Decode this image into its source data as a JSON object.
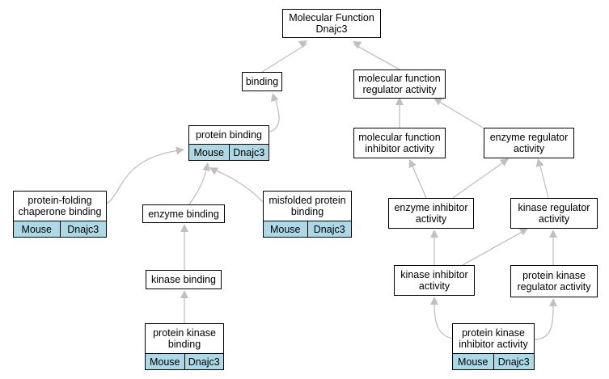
{
  "graph": {
    "edge_color": "#c0c0c0",
    "annotation_color": "#add8e6",
    "nodes": [
      {
        "id": "root",
        "label": "Molecular Function\nDnajc3"
      },
      {
        "id": "binding",
        "label": "binding"
      },
      {
        "id": "mfra",
        "label": "molecular function\nregulator activity"
      },
      {
        "id": "protein_binding",
        "label": "protein binding",
        "organism": "Mouse",
        "gene": "Dnajc3"
      },
      {
        "id": "mfia",
        "label": "molecular function\ninhibitor activity"
      },
      {
        "id": "era",
        "label": "enzyme regulator\nactivity"
      },
      {
        "id": "pfcb",
        "label": "protein-folding\nchaperone binding",
        "organism": "Mouse",
        "gene": "Dnajc3"
      },
      {
        "id": "enzyme_binding",
        "label": "enzyme binding"
      },
      {
        "id": "mpb",
        "label": "misfolded protein\nbinding",
        "organism": "Mouse",
        "gene": "Dnajc3"
      },
      {
        "id": "eia",
        "label": "enzyme inhibitor\nactivity"
      },
      {
        "id": "kra",
        "label": "kinase regulator\nactivity"
      },
      {
        "id": "kinase_binding",
        "label": "kinase binding"
      },
      {
        "id": "kia",
        "label": "kinase inhibitor\nactivity"
      },
      {
        "id": "pkra",
        "label": "protein kinase\nregulator activity"
      },
      {
        "id": "pkb",
        "label": "protein kinase\nbinding",
        "organism": "Mouse",
        "gene": "Dnajc3"
      },
      {
        "id": "pkia",
        "label": "protein kinase\ninhibitor activity",
        "organism": "Mouse",
        "gene": "Dnajc3"
      }
    ]
  }
}
